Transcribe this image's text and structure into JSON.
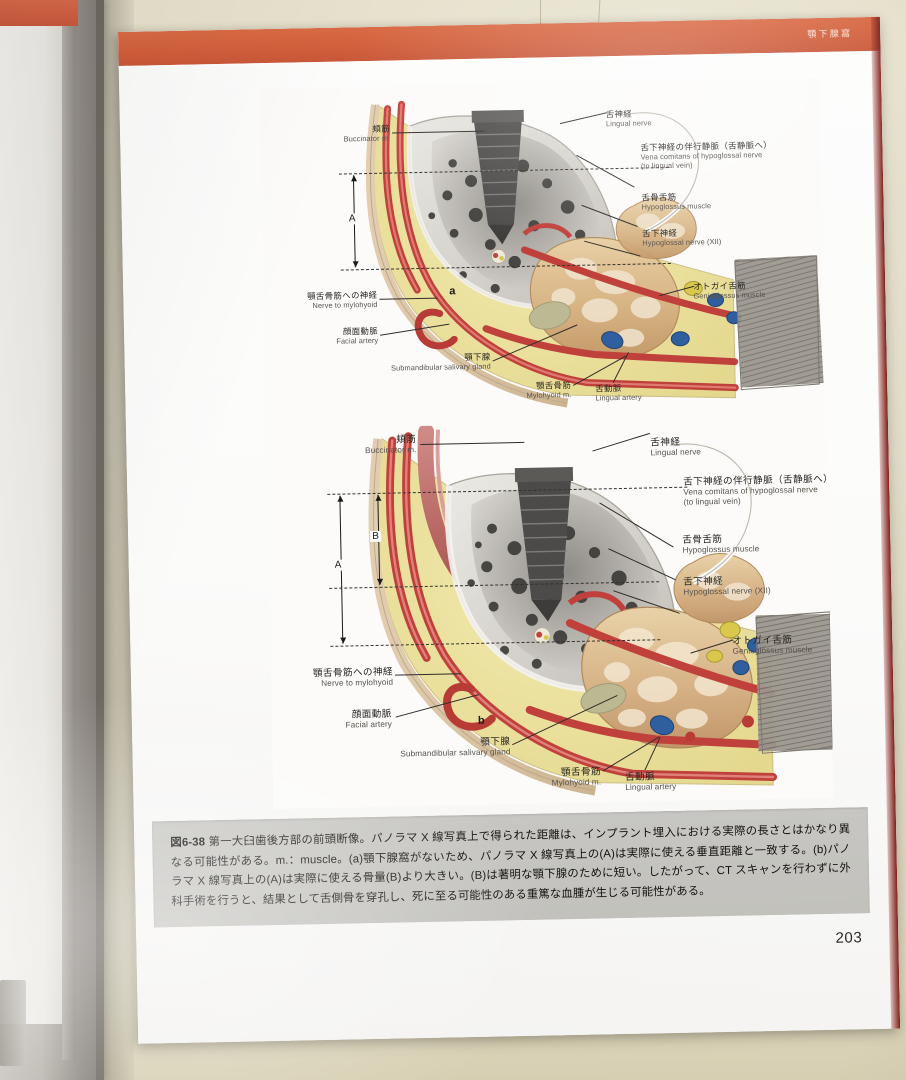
{
  "book": {
    "running_header": "顎下腺窩",
    "page_number": "203"
  },
  "figure": {
    "panel_a_letter": "a",
    "panel_b_letter": "b",
    "dimension_a": "A",
    "dimension_b": "B",
    "panel_a_labels": {
      "buccinator": {
        "jp": "頬筋",
        "en": "Buccinator m."
      },
      "lingual_nerve": {
        "jp": "舌神経",
        "en": "Lingual nerve"
      },
      "vena_comitans": {
        "jp": "舌下神経の伴行静脈（舌静脈へ）",
        "en": "Vena comitans of hypoglossal nerve\n(to lingual vein)"
      },
      "hypoglossus": {
        "jp": "舌骨舌筋",
        "en": "Hypoglossus muscle"
      },
      "hypoglossal_nerve": {
        "jp": "舌下神経",
        "en": "Hypoglossal nerve (XII)"
      },
      "genioglossus": {
        "jp": "オトガイ舌筋",
        "en": "Genioglossus muscle"
      },
      "nerve_to_mylohyoid": {
        "jp": "顎舌骨筋への神経",
        "en": "Nerve to mylohyoid"
      },
      "facial_artery": {
        "jp": "顔面動脈",
        "en": "Facial artery"
      },
      "submandibular": {
        "jp": "顎下腺",
        "en": "Submandibular salivary gland"
      },
      "mylohyoid": {
        "jp": "顎舌骨筋",
        "en": "Mylohyoid m."
      },
      "lingual_artery": {
        "jp": "舌動脈",
        "en": "Lingual artery"
      }
    },
    "panel_b_labels": {
      "buccinator": {
        "jp": "頬筋",
        "en": "Buccinator m."
      },
      "lingual_nerve": {
        "jp": "舌神経",
        "en": "Lingual nerve"
      },
      "vena_comitans": {
        "jp": "舌下神経の伴行静脈（舌静脈へ）",
        "en": "Vena comitans of hypoglossal nerve\n(to lingual vein)"
      },
      "hypoglossus": {
        "jp": "舌骨舌筋",
        "en": "Hypoglossus muscle"
      },
      "hypoglossal_nerve": {
        "jp": "舌下神経",
        "en": "Hypoglossal nerve (XII)"
      },
      "genioglossus": {
        "jp": "オトガイ舌筋",
        "en": "Genioglossus muscle"
      },
      "nerve_to_mylohyoid": {
        "jp": "顎舌骨筋への神経",
        "en": "Nerve to mylohyoid"
      },
      "facial_artery": {
        "jp": "顔面動脈",
        "en": "Facial artery"
      },
      "submandibular": {
        "jp": "顎下腺",
        "en": "Submandibular salivary gland"
      },
      "mylohyoid": {
        "jp": "顎舌骨筋",
        "en": "Mylohyoid m."
      },
      "lingual_artery": {
        "jp": "舌動脈",
        "en": "Lingual artery"
      }
    }
  },
  "caption": {
    "number": "図6-38",
    "text": "第一大臼歯後方部の前頭断像。パノラマ X 線写真上で得られた距離は、インプラント埋入における実際の長さとはかなり異なる可能性がある。m.：muscle。(a)顎下腺窩がないため、パノラマ X 線写真上の(A)は実際に使える垂直距離と一致する。(b)パノラマ X 線写真上の(A)は実際に使える骨量(B)より大きい。(B)は著明な顎下腺のために短い。したがって、CT スキャンを行わずに外科手術を行うと、結果として舌側骨を穿孔し、死に至る可能性のある重篤な血腫が生じる可能性がある。"
  },
  "colors": {
    "header_band": "#d2603d",
    "caption_bg": "#c5c4bf",
    "bone": "#b9b7b0",
    "fat": "#ebe09a",
    "artery": "#c4473f",
    "vein": "#2f5f9e",
    "gland": "#cfa978",
    "implant": "#4a4a4a",
    "mucosa": "#d8c3a6",
    "muscle": "#bd6a68"
  }
}
